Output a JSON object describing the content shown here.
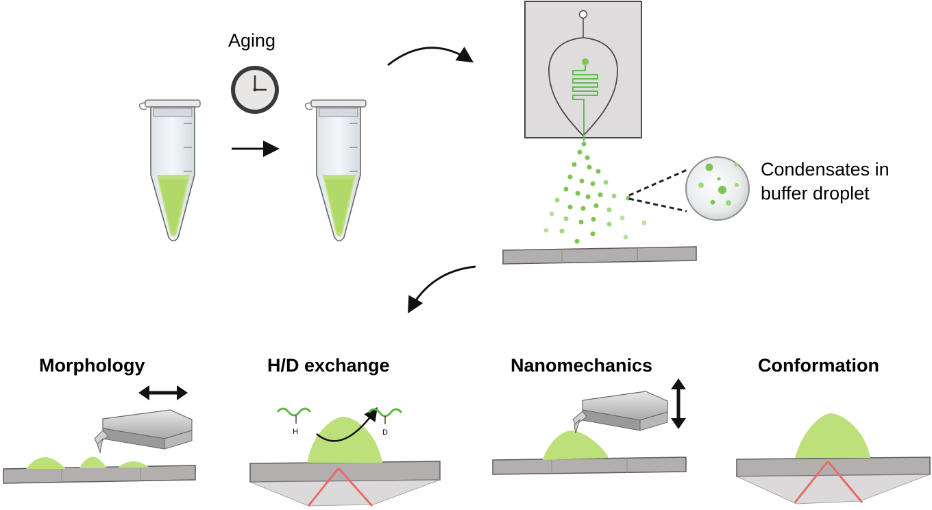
{
  "labels": {
    "aging": "Aging",
    "condensates_line1": "Condensates in",
    "condensates_line2": "buffer droplet",
    "h_label": "H",
    "d_label": "D"
  },
  "panels": [
    {
      "title": "Morphology"
    },
    {
      "title": "H/D exchange"
    },
    {
      "title": "Nanomechanics"
    },
    {
      "title": "Conformation"
    }
  ],
  "colors": {
    "condensate_green": "#bde07a",
    "droplet_green": "#7cc552",
    "chip_line_green": "#5cbf4a",
    "laser_red": "#e76a6a",
    "substrate_gray": "#b3afaf",
    "arrow_black": "#111111"
  }
}
